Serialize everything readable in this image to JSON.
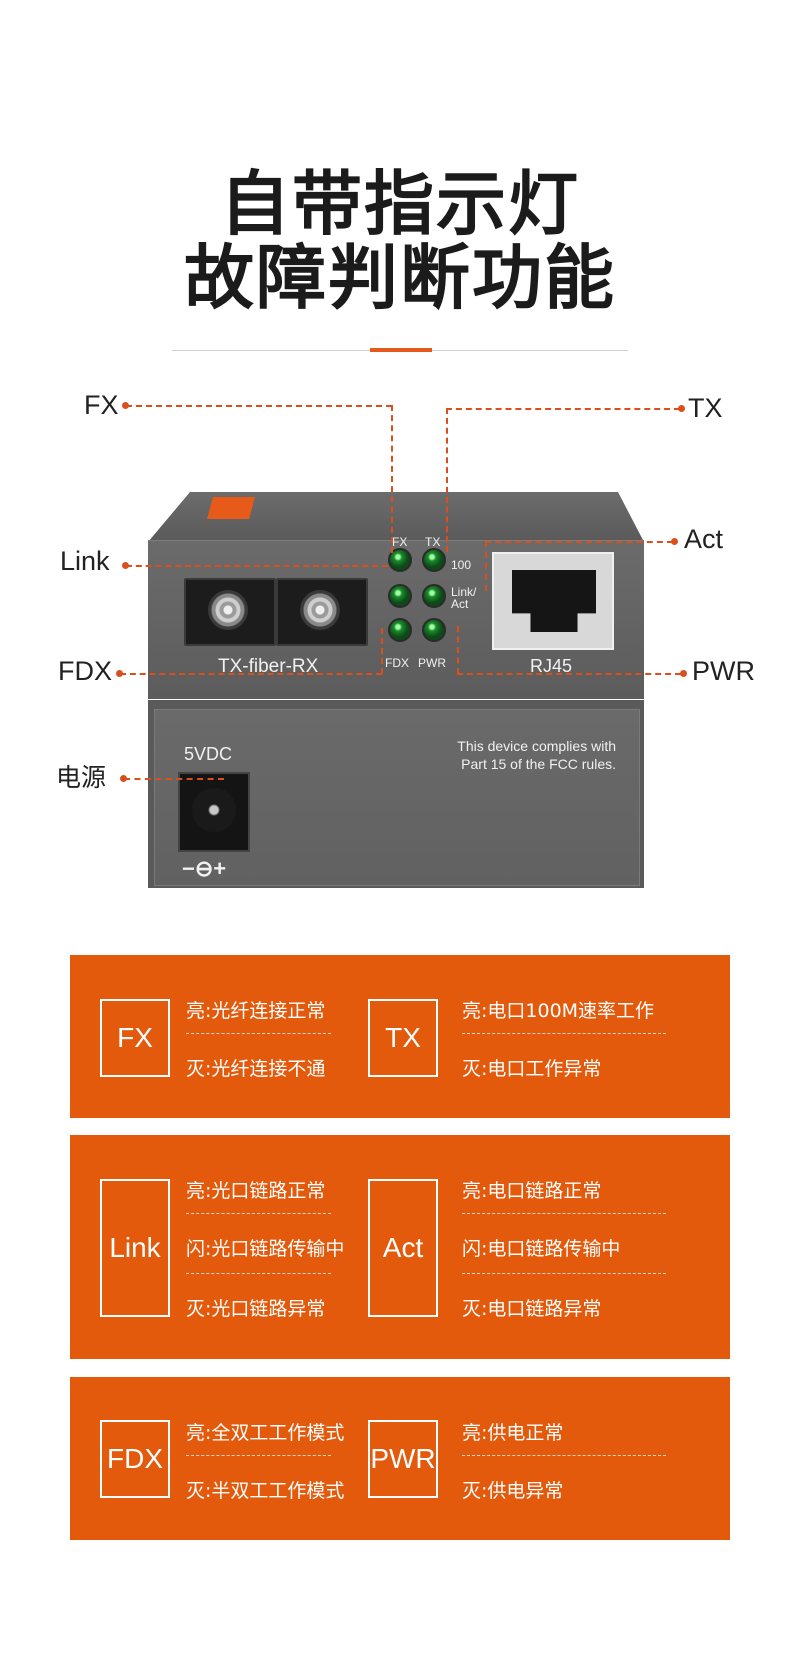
{
  "title": {
    "line1": "自带指示灯",
    "line2": "故障判断功能"
  },
  "callouts": {
    "fx": "FX",
    "tx": "TX",
    "link": "Link",
    "act": "Act",
    "fdx": "FDX",
    "pwr": "PWR",
    "power": "电源"
  },
  "device": {
    "led_fx": "FX",
    "led_tx": "TX",
    "led_100": "100",
    "led_link_act_1": "Link/",
    "led_link_act_2": "Act",
    "led_fdx": "FDX",
    "led_pwr": "PWR",
    "fiber_label": "TX-fiber-RX",
    "rj45_label": "RJ45",
    "voltage_label": "5VDC",
    "fcc_line1": "This device complies with",
    "fcc_line2": "Part 15 of the FCC rules.",
    "polarity": "−⊖+"
  },
  "panels": [
    {
      "left": {
        "code": "FX",
        "lines": [
          "亮:光纤连接正常",
          "灭:光纤连接不通"
        ]
      },
      "right": {
        "code": "TX",
        "lines": [
          "亮:电口100M速率工作",
          "灭:电口工作异常"
        ]
      }
    },
    {
      "left": {
        "code": "Link",
        "lines": [
          "亮:光口链路正常",
          "闪:光口链路传输中",
          "灭:光口链路异常"
        ]
      },
      "right": {
        "code": "Act",
        "lines": [
          "亮:电口链路正常",
          "闪:电口链路传输中",
          "灭:电口链路异常"
        ]
      }
    },
    {
      "left": {
        "code": "FDX",
        "lines": [
          "亮:全双工工作模式",
          "灭:半双工工作模式"
        ]
      },
      "right": {
        "code": "PWR",
        "lines": [
          "亮:供电正常",
          "灭:供电异常"
        ]
      }
    }
  ],
  "colors": {
    "accent": "#e35a0c",
    "callout_line": "#d9501d",
    "led": "#1b8a2e"
  }
}
